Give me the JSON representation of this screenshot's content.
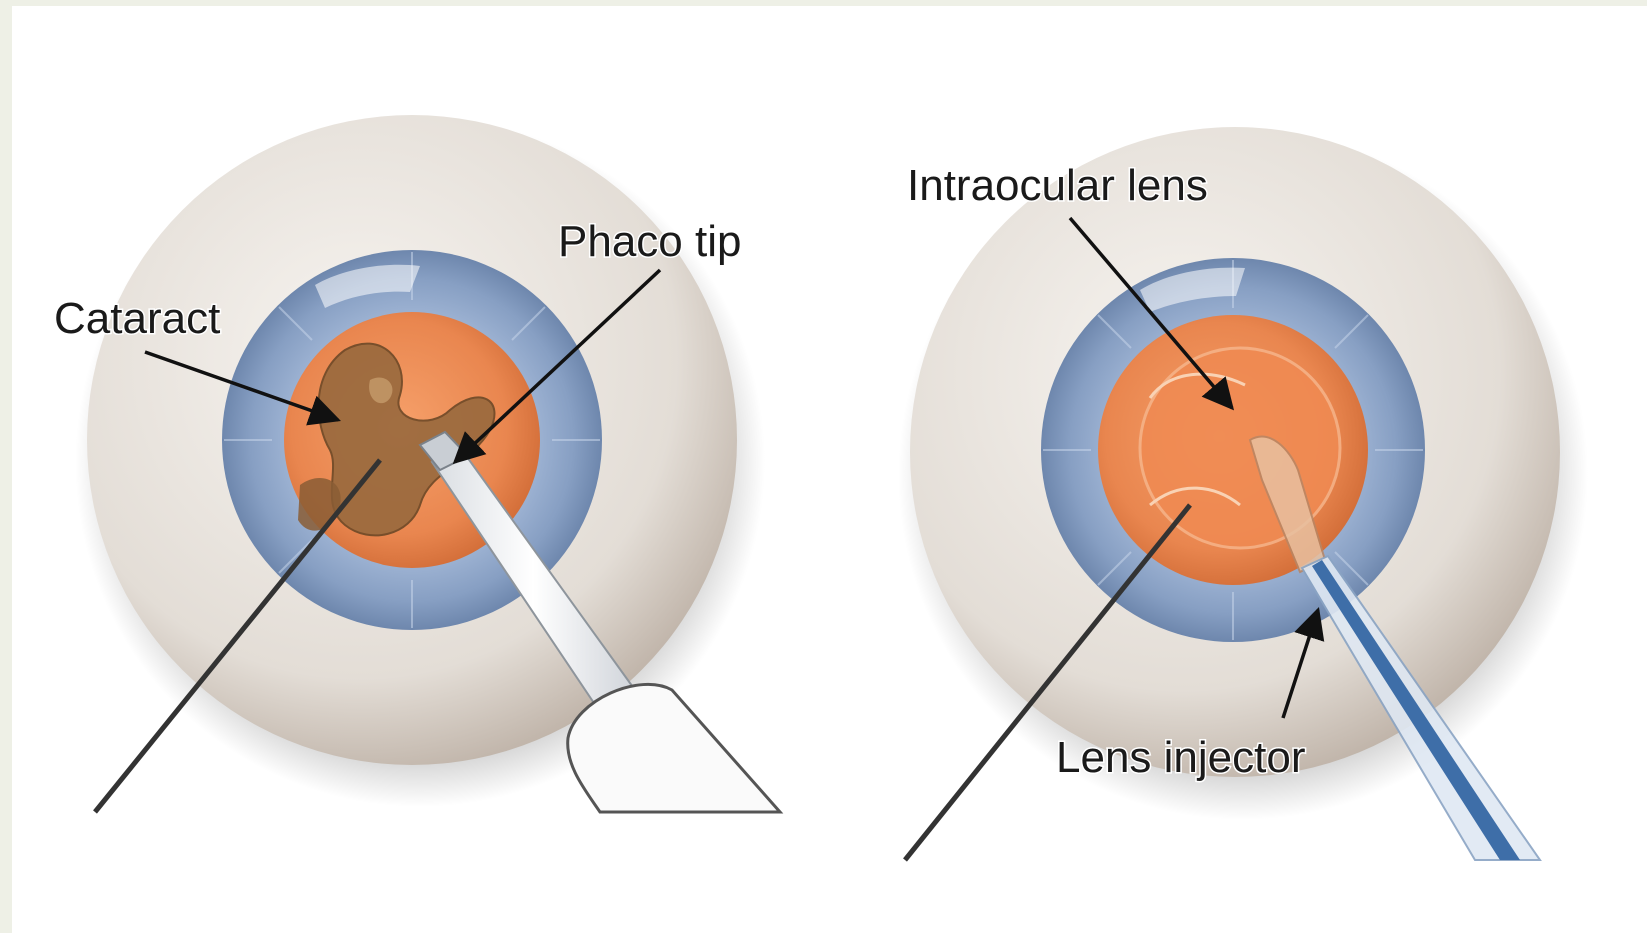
{
  "panels": [
    {
      "id": "phacoemulsification",
      "labels": {
        "cataract": "Cataract",
        "phaco_tip": "Phaco tip"
      }
    },
    {
      "id": "lens-insertion",
      "labels": {
        "intraocular_lens": "Intraocular lens",
        "lens_injector": "Lens injector"
      }
    }
  ],
  "colors": {
    "sclera": "#e9e4df",
    "iris": "#8ea7c9",
    "pupil": "#e9864f",
    "cataract": "#9a6a3e",
    "instrument": "#f5f5f5",
    "arrow": "#111111",
    "label_text": "#1a1a1a"
  }
}
